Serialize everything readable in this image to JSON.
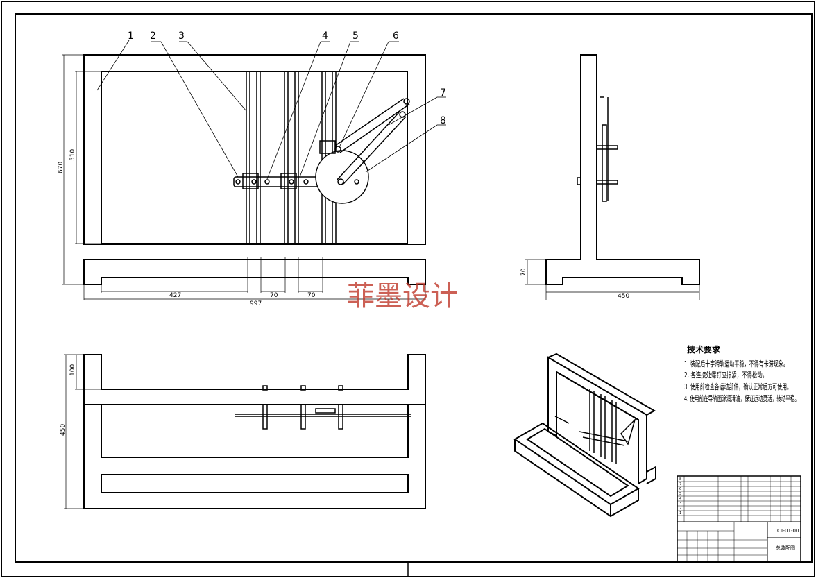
{
  "balloons": [
    "1",
    "2",
    "3",
    "4",
    "5",
    "6",
    "7",
    "8"
  ],
  "dimensions": {
    "front_height_outer": "670",
    "front_height_inner": "510",
    "front_offset": "427",
    "front_width_total": "997",
    "front_pitch_1": "70",
    "front_pitch_2": "70",
    "side_base_height": "70",
    "side_width": "450",
    "top_depth_total": "450",
    "top_depth_small": "100"
  },
  "watermark": "菲墨设计",
  "technical_requirements": {
    "heading": "技术要求",
    "items": [
      "1. 装配后十字滑轨运动平稳，不得有卡滞现象。",
      "2. 各连接处螺钉应拧紧，不得松动。",
      "3. 使用前检查各运动部件，确认正常后方可使用。",
      "4. 使用前在导轨面涂润滑油，保证运动灵活，转动平稳。"
    ]
  },
  "title_block": {
    "drawing_number": "CT-01-00",
    "drawing_name": "总装配图",
    "parts_rows": [
      "8",
      "7",
      "6",
      "5",
      "4",
      "3",
      "2",
      "1"
    ]
  }
}
